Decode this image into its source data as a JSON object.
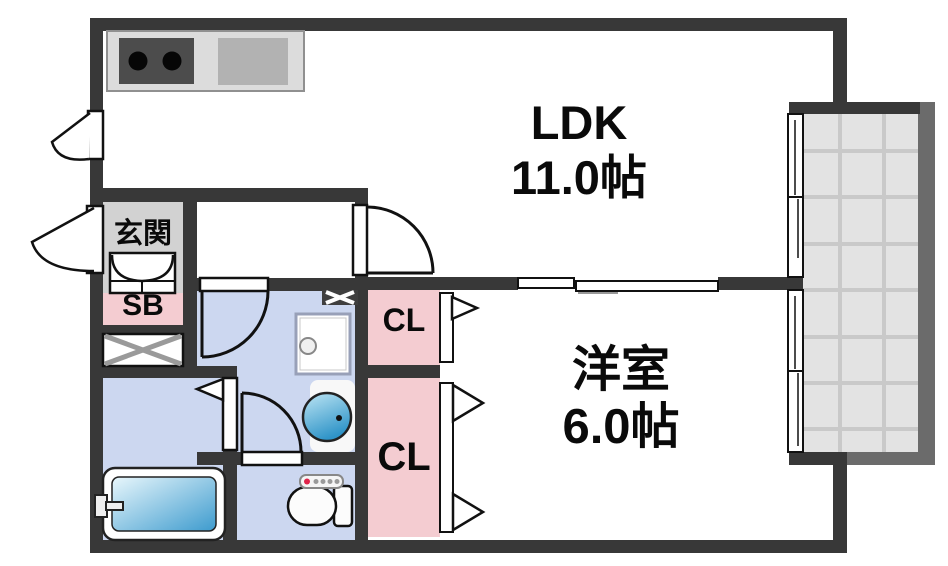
{
  "plan": {
    "type": "floor-plan",
    "rooms": {
      "ldk": {
        "line1": "LDK",
        "line2": "11.0帖"
      },
      "western": {
        "line1": "洋室",
        "line2": "6.0帖"
      },
      "genkan": {
        "label": "玄関"
      },
      "shoebox": {
        "label": "SB"
      },
      "closet_upper": {
        "label": "CL"
      },
      "closet_lower": {
        "label": "CL"
      }
    },
    "fixtures": [
      "kitchen-stove",
      "kitchen-sink",
      "bathtub",
      "washbasin",
      "washing-machine-pan",
      "toilet",
      "shoe-cabinet",
      "storage-x-box",
      "pipe-space-x-box",
      "balcony-tiles",
      "sliding-window",
      "sliding-door",
      "hinged-door",
      "folding-door"
    ],
    "colors": {
      "wall": "#383838",
      "wet_room_floor": "#ccd7f0",
      "closet_pink": "#f4ccd1",
      "genkan_gray": "#d2d2d2",
      "balcony_floor": "#e3e3e3",
      "balcony_grid": "#c9c9c9",
      "balcony_wall": "#6b6b6b",
      "bath_water_blue": "#3d9bce",
      "toilet_accent_red": "#e0244a",
      "label_text": "#0a0a0a"
    }
  }
}
